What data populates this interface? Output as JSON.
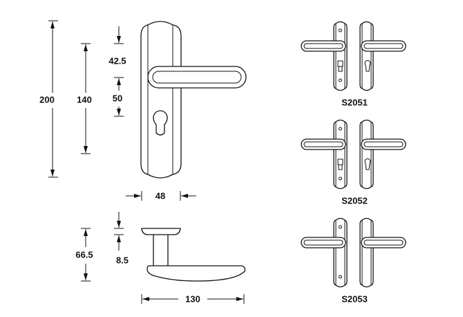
{
  "front_view": {
    "dimensions": {
      "overall_height": "200",
      "plate_height": "140",
      "top_to_lever": "42.5",
      "lever_to_keyhole": "50",
      "plate_width": "48"
    }
  },
  "side_view": {
    "dimensions": {
      "projection": "66.5",
      "rosette_thickness": "8.5",
      "lever_length": "130"
    }
  },
  "variants": [
    {
      "model": "S2051",
      "left_keyhole": "euro-cylinder-slot",
      "right_keyhole": "euro-cylinder",
      "screws": true
    },
    {
      "model": "S2052",
      "left_keyhole": "euro-cylinder-slot",
      "right_keyhole": "euro-cylinder",
      "screws": true
    },
    {
      "model": "S2053",
      "left_keyhole": "none",
      "right_keyhole": "none",
      "screws": true
    }
  ],
  "colors": {
    "line": "#111111",
    "background": "#ffffff"
  }
}
